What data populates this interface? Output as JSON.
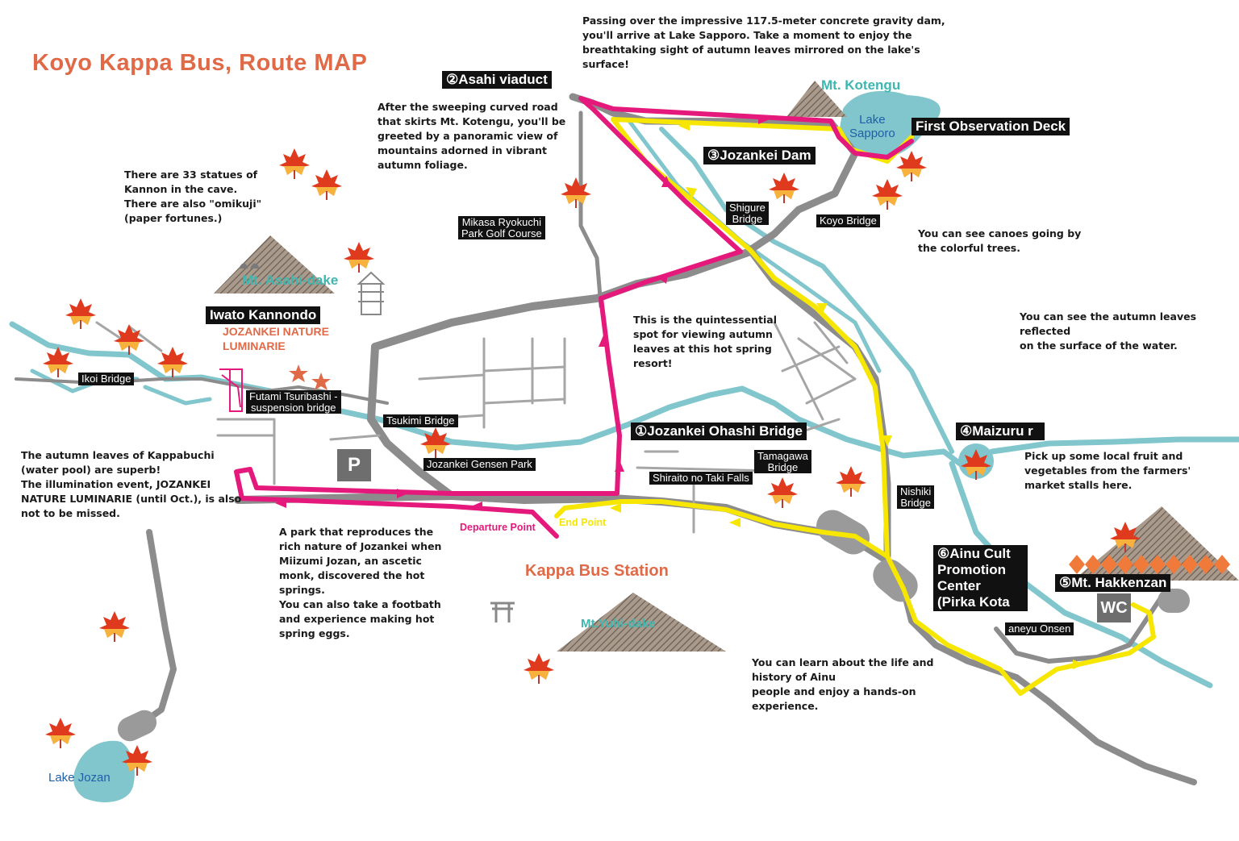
{
  "title": "Koyo Kappa  Bus, Route MAP",
  "colors": {
    "route_outbound": "#e5197b",
    "route_return": "#f6e600",
    "road": "#8c8c8c",
    "river": "#80c6cc",
    "accent": "#e06a47",
    "mountain_label": "#3fb6b0"
  },
  "stops": {
    "s1": "①Jozankei Ohashi Bridge",
    "s2": "②Asahi viaduct",
    "s3": "③Jozankei Dam",
    "s4": "④Maizuru r",
    "s5": "⑤Mt. Hakkenzan",
    "s6": "⑥Ainu Cult\nPromotion\nCenter\n(Pirka Kota"
  },
  "places": {
    "first_deck": "First Observation Deck",
    "iwato": "Iwato Kannondo",
    "luminarie": "JOZANKEI NATURE\nLUMINARIE",
    "bus_station": "Kappa Bus Station",
    "departure": "Departure Point",
    "end": "End Point"
  },
  "bridges": {
    "ikoi": "Ikoi Bridge",
    "futami": "Futami Tsuribashi -\nsuspension bridge",
    "tsukimi": "Tsukimi Bridge",
    "gensen": "Jozankei Gensen Park",
    "shiraito": "Shiraito no Taki Falls",
    "tamagawa": "Tamagawa\nBridge",
    "nishiki": "Nishiki\nBridge",
    "shigure": "Shigure\nBridge",
    "koyo": "Koyo Bridge",
    "mikasa": "Mikasa Ryokuchi\nPark Golf Course",
    "onsen": "aneyu Onsen"
  },
  "mountains": {
    "kotengu": "Mt. Kotengu",
    "asahi": "Mt. Asahi-dake",
    "yuhi": "Mt.Yuhi-dake",
    "lake_sapporo": "Lake\nSapporo",
    "lake_jozan": "Lake Jozan"
  },
  "badges": {
    "parking": "P",
    "wc": "WC"
  },
  "notes": {
    "dam": "Passing over the impressive 117.5-meter concrete gravity dam,\nyou'll arrive at Lake Sapporo. Take a moment to enjoy the\nbreathtaking sight of autumn leaves mirrored on the lake's\nsurface!",
    "curved": "After the sweeping curved road\nthat skirts Mt. Kotengu, you'll be\ngreeted by a panoramic view of\nmountains adorned in vibrant\nautumn foliage.",
    "kannon": "There are 33 statues of\nKannon in the cave.\nThere are also \"omikuji\"\n(paper fortunes.)",
    "canoes": "You can see canoes going by\nthe colorful trees.",
    "reflect": "You can see the autumn leaves\nreflected\non the surface of the water.",
    "quint": "This is the quintessential\nspot for viewing autumn\nleaves at this hot spring\nresort!",
    "kappabuchi": "The autumn leaves of Kappabuchi\n(water pool) are superb!\nThe illumination event, JOZANKEI\nNATURE LUMINARIE (until Oct.), is also\nnot to be missed.",
    "park": "A park that reproduces the\nrich nature of Jozankei when\nMiizumi Jozan, an ascetic\nmonk, discovered the hot\nsprings.\nYou can also take a footbath\nand experience making hot\nspring eggs.",
    "fruit": "Pick up some local fruit and\nvegetables from the farmers'\nmarket stalls here.",
    "ainu": "You can learn about the life and\nhistory of Ainu\npeople and enjoy a hands-on\nexperience."
  }
}
